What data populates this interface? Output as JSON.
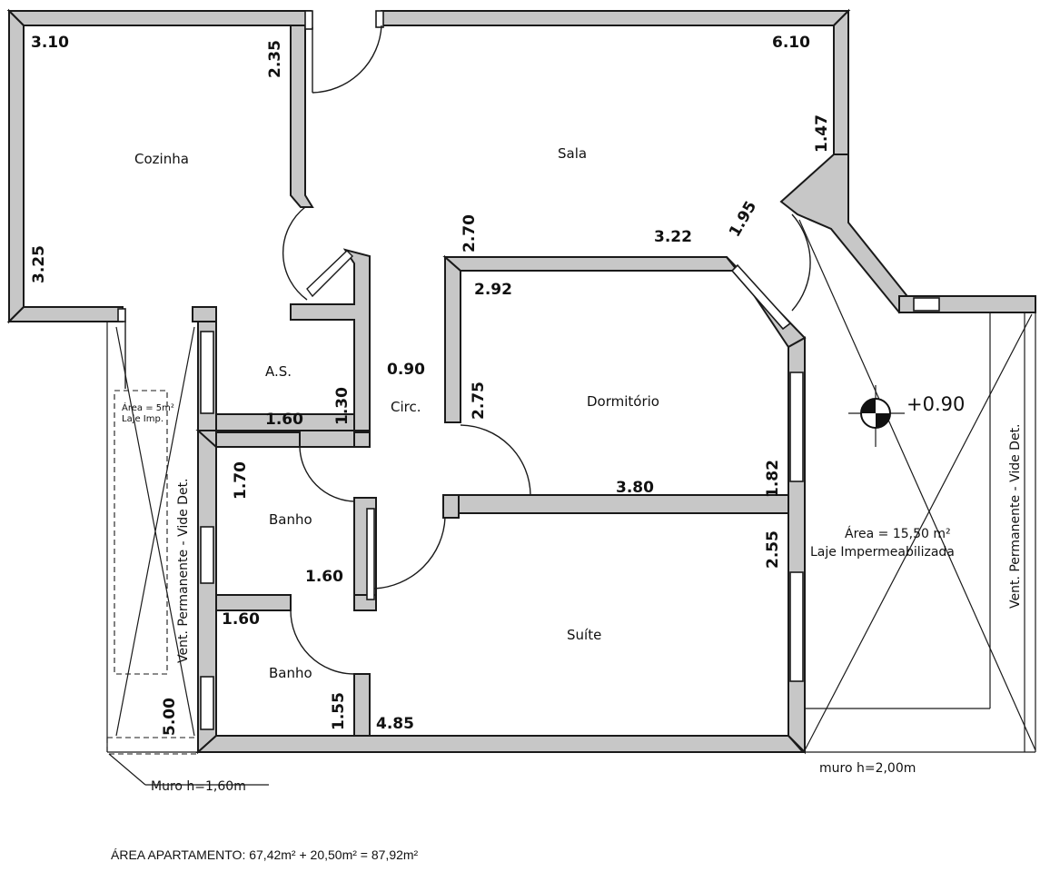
{
  "rooms": {
    "cozinha": "Cozinha",
    "sala": "Sala",
    "as": "A.S.",
    "circ": "Circ.",
    "dormitorio": "Dormitório",
    "banho1": "Banho",
    "banho2": "Banho",
    "suite": "Suíte"
  },
  "dimensions": {
    "cozinha_width": "3.10",
    "cozinha_door_wall": "2.35",
    "cozinha_depth": "3.25",
    "sala_width": "6.10",
    "sala_right": "1.47",
    "sala_diag": "1.95",
    "sala_mid": "3.22",
    "dorm_top_left": "2.70",
    "dorm_width_top": "2.92",
    "circ_width": "0.90",
    "as_depth": "1.30",
    "as_width": "1.60",
    "dorm_left": "2.75",
    "dorm_right": "1.82",
    "dorm_bottom": "3.80",
    "banho1_depth": "1.70",
    "banho1_width": "1.60",
    "banho2_width": "1.60",
    "banho2_depth": "1.55",
    "suite_right": "2.55",
    "suite_width": "4.85",
    "vent_left_depth": "5.00"
  },
  "annotations": {
    "level": "+0.90",
    "terrace_area": "Área = 15,50 m²",
    "terrace_note": "Laje Impermeabilizada",
    "small_area": "Área = 5m²",
    "small_laje": "Laje Imp.",
    "vent_left": "Vent. Permanente - Vide Det.",
    "vent_right": "Vent. Permanente - Vide Det.",
    "muro_left": "Muro h=1,60m",
    "muro_right": "muro h=2,00m"
  },
  "footer": {
    "area_apartamento": "ÁREA APARTAMENTO: 67,42m² + 20,50m² = 87,92m²"
  }
}
